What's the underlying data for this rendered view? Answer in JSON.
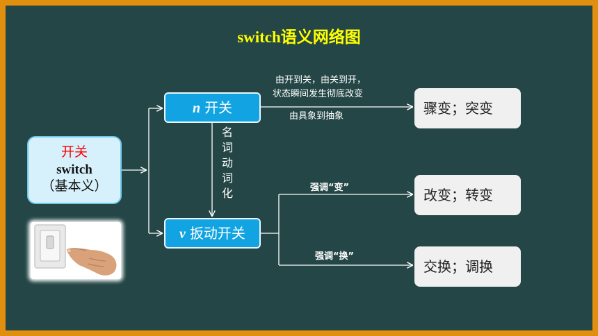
{
  "title": "switch语义网络图",
  "root": {
    "zh": "开关",
    "en": "switch",
    "basic": "（基本义）"
  },
  "noun_node": {
    "pos": "n",
    "label": "开关"
  },
  "verb_node": {
    "pos": "v",
    "label": "扳动开关"
  },
  "vertical_label": [
    "名",
    "词",
    "动",
    "词",
    "化"
  ],
  "notes": {
    "instant_line1": "由开到关，由关到开，",
    "instant_line2": "状态瞬间发生彻底改变",
    "abstract": "由具象到抽象",
    "emphasis_change": "强调“变”",
    "emphasis_swap": "强调“换”"
  },
  "results": [
    "骤变；突变",
    "改变；转变",
    "交换；调换"
  ],
  "colors": {
    "frame": "#e0900e",
    "background": "#244646",
    "title": "#ffff00",
    "node": "#12a3e2",
    "root_fill": "#d6f1fb",
    "root_red": "#ff0000"
  },
  "photo_icon": "hand-pressing-light-switch"
}
